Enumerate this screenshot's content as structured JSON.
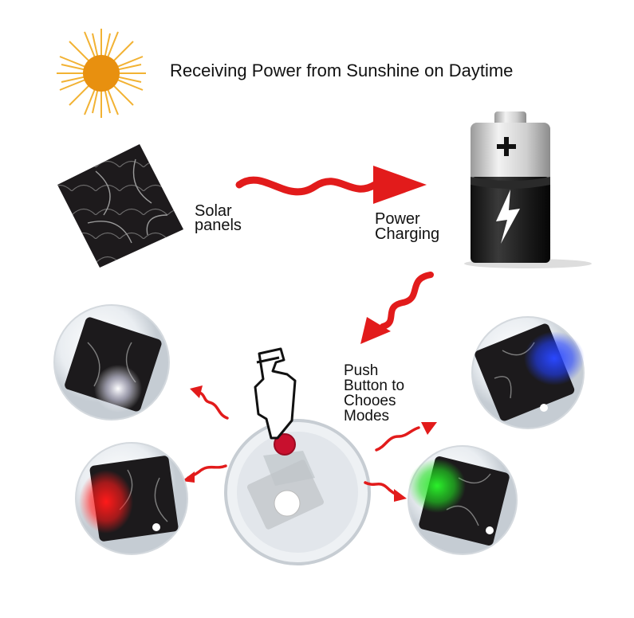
{
  "title": "Receiving Power from Sunshine on Daytime",
  "labels": {
    "solar": [
      "Solar",
      "panels"
    ],
    "power": [
      "Power",
      "Charging"
    ],
    "push": [
      "Push",
      "Button to",
      "Chooes",
      "Modes"
    ]
  },
  "colors": {
    "sun": "#e8900f",
    "sun_rays": "#f2b233",
    "arrow": "#e21b1b",
    "battery_top": "#c9c9c9",
    "battery_body": "#1d1d1d",
    "mode_white": "#ffffff",
    "mode_red": "#ff1a1a",
    "mode_green": "#22e022",
    "mode_blue": "#2240ff"
  },
  "icons": [
    "sun-icon",
    "solar-panel-icon",
    "battery-icon",
    "pointing-hand-icon"
  ],
  "modes": [
    "white",
    "red",
    "green",
    "blue"
  ]
}
